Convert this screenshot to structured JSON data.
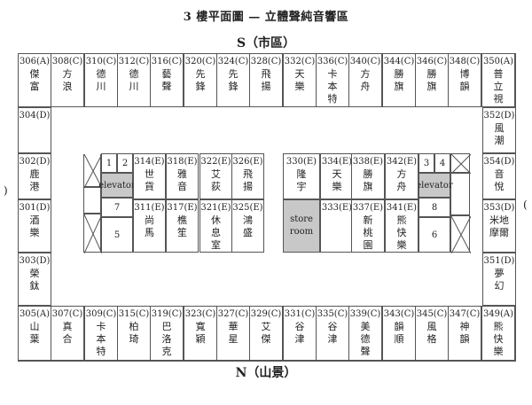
{
  "title": "3 樓平面圖 — 立體聲純音響區",
  "south": "S（市區）",
  "north": "N（山景）",
  "left_mark": ")",
  "right_mark": "(",
  "top_row": [
    {
      "num": "306(A)",
      "name": [
        "傑",
        "富"
      ]
    },
    {
      "num": "308(C)",
      "name": [
        "方",
        "浪"
      ]
    },
    {
      "num": "310(C)",
      "name": [
        "德",
        "川"
      ]
    },
    {
      "num": "312(C)",
      "name": [
        "德",
        "川"
      ]
    },
    {
      "num": "316(C)",
      "name": [
        "藝",
        "聲"
      ]
    },
    {
      "num": "320(C)",
      "name": [
        "先",
        "鋒"
      ]
    },
    {
      "num": "324(C)",
      "name": [
        "先",
        "鋒"
      ]
    },
    {
      "num": "328(C)",
      "name": [
        "飛",
        "揚"
      ]
    },
    {
      "num": "332(C)",
      "name": [
        "天",
        "樂"
      ]
    },
    {
      "num": "336(C)",
      "name": [
        "卡",
        "本",
        "特"
      ]
    },
    {
      "num": "340(C)",
      "name": [
        "方",
        "舟"
      ]
    },
    {
      "num": "344(C)",
      "name": [
        "勝",
        "旗"
      ]
    },
    {
      "num": "346(C)",
      "name": [
        "勝",
        "旗"
      ]
    },
    {
      "num": "348(C)",
      "name": [
        "博",
        "韻"
      ]
    },
    {
      "num": "350(A)",
      "name": [
        "普",
        "立",
        "視"
      ]
    }
  ],
  "bottom_row": [
    {
      "num": "305(A)",
      "name": [
        "山",
        "葉"
      ]
    },
    {
      "num": "307(C)",
      "name": [
        "真",
        "合"
      ]
    },
    {
      "num": "309(C)",
      "name": [
        "卡",
        "本",
        "特"
      ]
    },
    {
      "num": "315(C)",
      "name": [
        "柏",
        "琦"
      ]
    },
    {
      "num": "319(C)",
      "name": [
        "巴",
        "洛",
        "克"
      ]
    },
    {
      "num": "323(C)",
      "name": [
        "寬",
        "穎"
      ]
    },
    {
      "num": "327(C)",
      "name": [
        "華",
        "星"
      ]
    },
    {
      "num": "329(C)",
      "name": [
        "艾",
        "傑"
      ]
    },
    {
      "num": "331(C)",
      "name": [
        "谷",
        "津"
      ]
    },
    {
      "num": "335(C)",
      "name": [
        "谷",
        "津"
      ]
    },
    {
      "num": "339(C)",
      "name": [
        "美",
        "德",
        "聲"
      ]
    },
    {
      "num": "343(C)",
      "name": [
        "韻",
        "順"
      ]
    },
    {
      "num": "345(C)",
      "name": [
        "風",
        "格"
      ]
    },
    {
      "num": "347(C)",
      "name": [
        "神",
        "韻"
      ]
    },
    {
      "num": "349(A)",
      "name": [
        "熊",
        "快",
        "樂"
      ]
    }
  ],
  "left_col": [
    {
      "num": "304(D)",
      "name": []
    },
    {
      "num": "302(D)",
      "name": [
        "鹿",
        "港"
      ]
    },
    {
      "num": "301(D)",
      "name": [
        "酒",
        "樂"
      ]
    },
    {
      "num": "303(D)",
      "name": [
        "榮",
        "鈦"
      ]
    }
  ],
  "right_col": [
    {
      "num": "352(D)",
      "name": [
        "風",
        "潮"
      ]
    },
    {
      "num": "354(D)",
      "name": [
        "音",
        "悅"
      ]
    },
    {
      "num": "353(D)",
      "name": [
        "米地",
        "摩爾"
      ]
    },
    {
      "num": "351(D)",
      "name": [
        "夢",
        "幻"
      ]
    }
  ],
  "left_block_top": [
    {
      "num": "314(E)",
      "name": [
        "世",
        "貨"
      ]
    },
    {
      "num": "318(E)",
      "name": [
        "雅",
        "音"
      ]
    },
    {
      "num": "322(E)",
      "name": [
        "艾",
        "荻"
      ]
    },
    {
      "num": "326(E)",
      "name": [
        "飛",
        "揚"
      ]
    }
  ],
  "left_block_bottom": [
    {
      "num": "311(E)",
      "name": [
        "尚",
        "馬"
      ]
    },
    {
      "num": "317(E)",
      "name": [
        "樵",
        "笙"
      ]
    },
    {
      "num": "321(E)",
      "name": [
        "休",
        "息",
        "室"
      ]
    },
    {
      "num": "325(E)",
      "name": [
        "鴻",
        "盛"
      ]
    }
  ],
  "right_block_top": [
    {
      "num": "330(E)",
      "name": [
        "隆",
        "宇"
      ]
    },
    {
      "num": "334(E)",
      "name": [
        "天",
        "樂"
      ]
    },
    {
      "num": "338(E)",
      "name": [
        "勝",
        "旗"
      ]
    },
    {
      "num": "342(E)",
      "name": [
        "方",
        "舟"
      ]
    }
  ],
  "right_block_bottom": [
    {
      "num": "333(E)",
      "name": []
    },
    {
      "num": "337(E)",
      "name": [
        "新",
        "桃",
        "園"
      ]
    },
    {
      "num": "341(E)",
      "name": [
        "熊",
        "快",
        "樂"
      ]
    }
  ],
  "store_room": [
    "store",
    "room"
  ],
  "elevator": "elevator",
  "left_nums": {
    "a": "1",
    "b": "2",
    "c": "7",
    "d": "5"
  },
  "right_nums": {
    "a": "3",
    "b": "4",
    "c": "8",
    "d": "6"
  }
}
